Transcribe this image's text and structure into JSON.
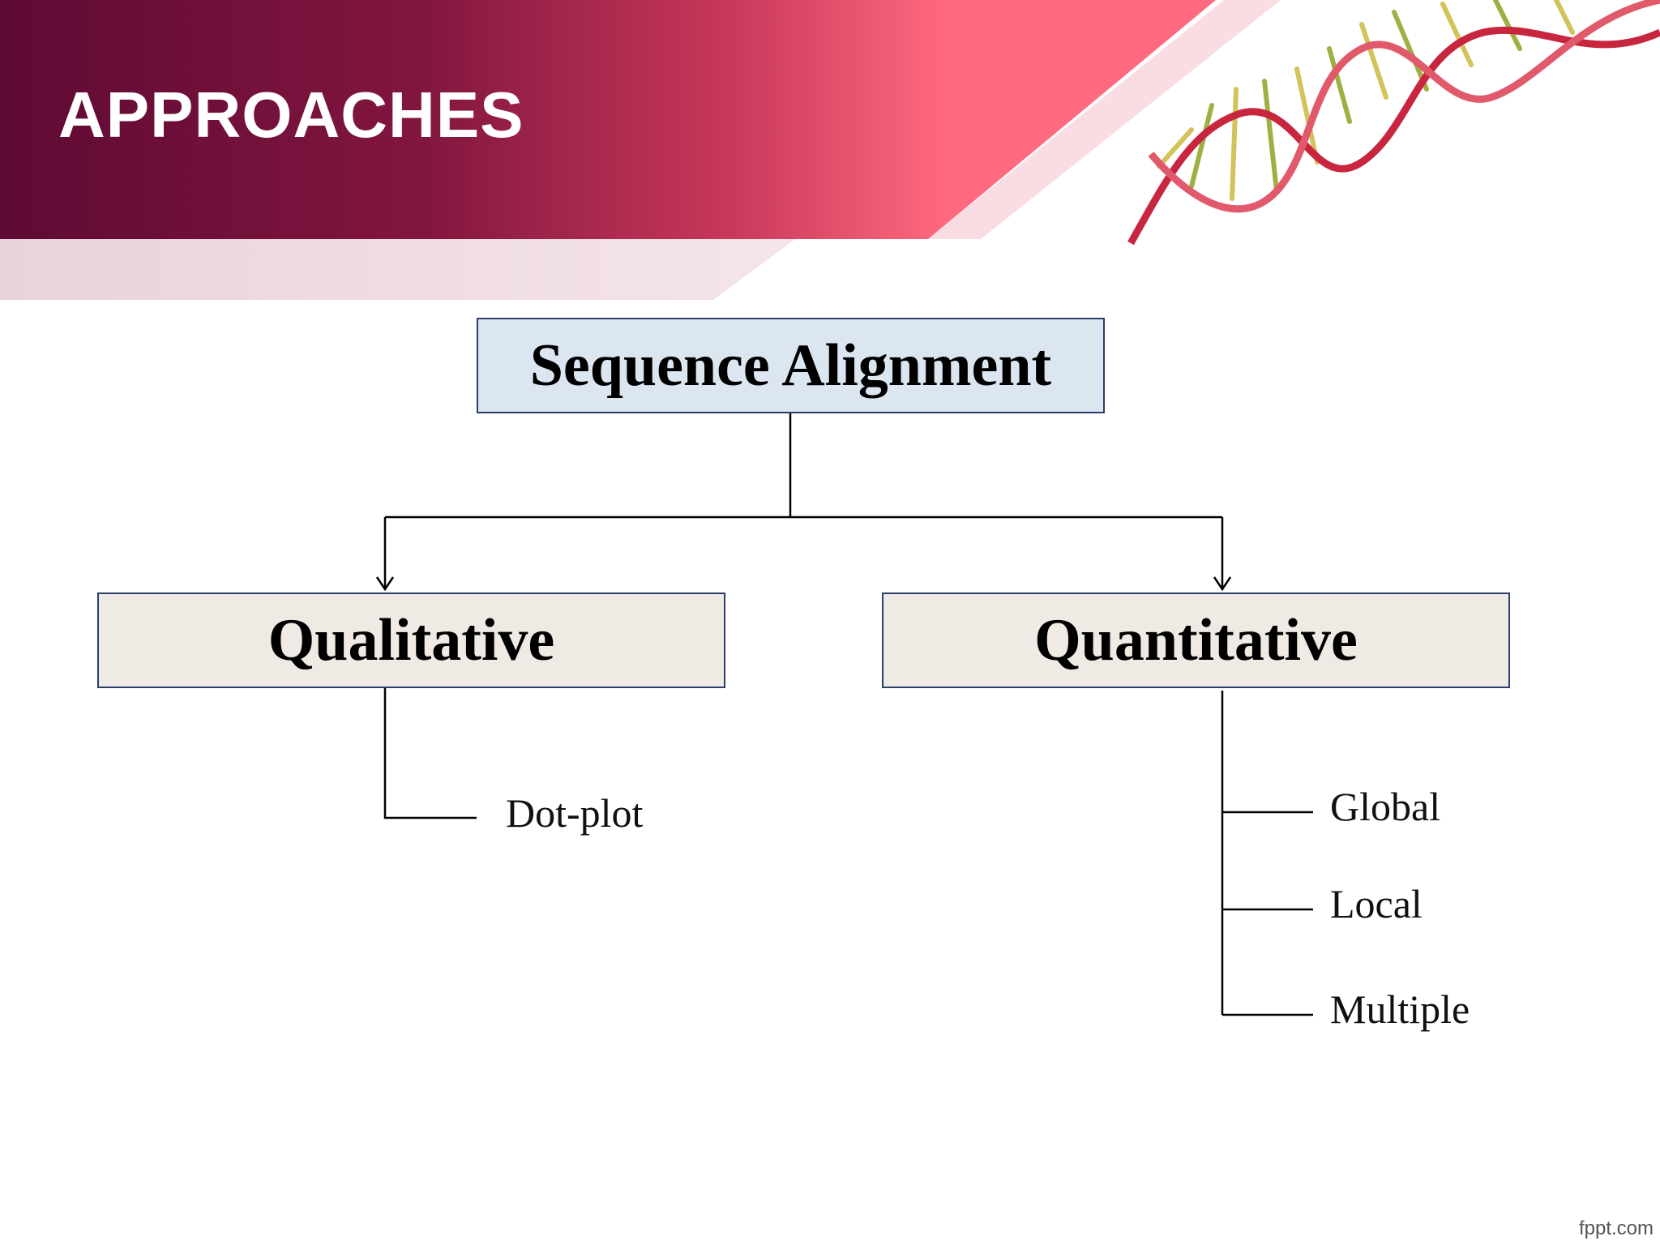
{
  "slide": {
    "title": "APPROACHES",
    "footer": "fppt.com"
  },
  "diagram": {
    "root": "Sequence Alignment",
    "branches": [
      {
        "label": "Qualitative",
        "leaves": [
          "Dot-plot"
        ]
      },
      {
        "label": "Quantitative",
        "leaves": [
          "Global",
          "Local",
          "Multiple"
        ]
      }
    ]
  },
  "colors": {
    "banner_dark": "#5e0a34",
    "banner_mid": "#a5234e",
    "banner_light": "#ff6a80",
    "root_fill": "#dce6f1",
    "child_fill": "#efeae3",
    "box_border": "#2a3f6a"
  },
  "decoration": {
    "banner_image": "dna-helix"
  }
}
